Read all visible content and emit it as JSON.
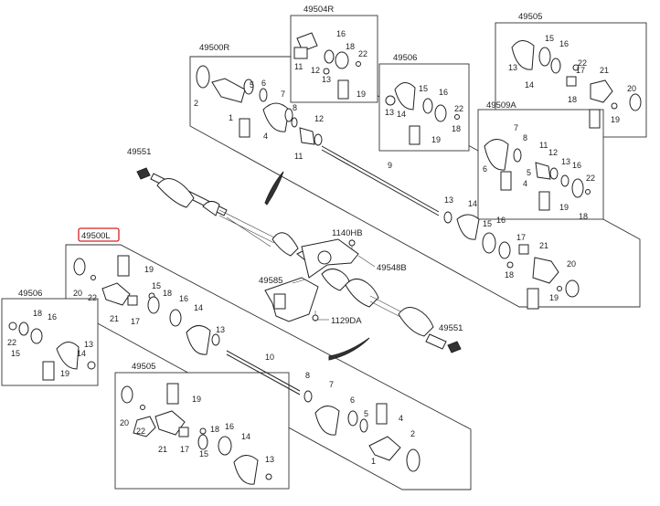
{
  "diagram": {
    "group_labels": {
      "main_right": "49500R",
      "main_left": "49500L",
      "right_inner_joint_a": "49504R",
      "right_inner_joint_b": "49506",
      "right_outer_joint": "49505",
      "right_boot_kit": "49509A",
      "left_inner_joint": "49506",
      "left_outer_joint": "49505",
      "hub_nut_top": "49551",
      "hub_nut_bottom": "49551",
      "bracket": "49585",
      "bearing_bracket": "49548B",
      "bolt_top": "1140HB",
      "bolt_bottom": "1129DA"
    },
    "highlight_color": "#d62020",
    "part_numbers": {
      "r_2": "2",
      "r_1": "1",
      "r_6": "6",
      "r_4": "4",
      "r_7": "7",
      "r_5": "5",
      "r_8": "8",
      "r_12": "12",
      "r_11": "11",
      "r_9": "9",
      "r_13": "13",
      "r_14": "14",
      "r_15": "15",
      "r_16": "16",
      "r_17": "17",
      "r_18": "18",
      "r_21": "21",
      "r_20": "20",
      "r_19": "19",
      "ra_16": "16",
      "ra_18": "18",
      "ra_22": "22",
      "ra_11": "11",
      "ra_12": "12",
      "ra_13": "13",
      "ra_19": "19",
      "rb_15": "15",
      "rb_16": "16",
      "rb_22": "22",
      "rb_13": "13",
      "rb_14": "14",
      "rb_18": "18",
      "rb_19": "19",
      "ro_15": "15",
      "ro_16": "16",
      "ro_13": "13",
      "ro_14": "14",
      "ro_17": "17",
      "ro_21": "21",
      "ro_22": "22",
      "ro_18": "18",
      "ro_20": "20",
      "ro_19": "19",
      "rk_7": "7",
      "rk_11": "11",
      "rk_6": "6",
      "rk_8": "8",
      "rk_12": "12",
      "rk_13": "13",
      "rk_16": "16",
      "rk_5": "5",
      "rk_4": "4",
      "rk_22": "22",
      "rk_19": "19",
      "rk_18": "18",
      "l_19": "19",
      "l_20": "20",
      "l_22": "22",
      "l_21": "21",
      "l_17": "17",
      "l_15": "15",
      "l_18": "18",
      "l_16": "16",
      "l_14": "14",
      "l_13": "13",
      "l_10": "10",
      "l_8": "8",
      "l_7": "7",
      "l_6": "6",
      "l_5": "5",
      "l_4": "4",
      "l_2": "2",
      "l_1": "1",
      "li_18": "18",
      "li_16": "16",
      "li_13": "13",
      "li_22": "22",
      "li_15": "15",
      "li_14": "14",
      "li_19": "19",
      "lo_19": "19",
      "lo_20": "20",
      "lo_22": "22",
      "lo_18": "18",
      "lo_16": "16",
      "lo_14": "14",
      "lo_21": "21",
      "lo_17": "17",
      "lo_15": "15",
      "lo_13": "13"
    }
  }
}
